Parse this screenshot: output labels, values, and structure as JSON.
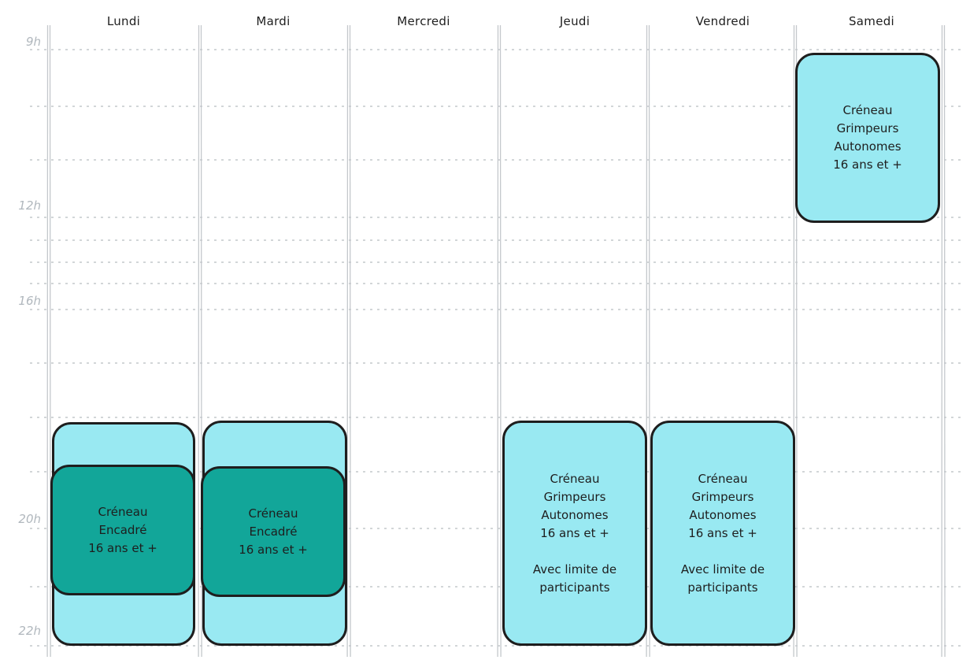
{
  "calendar": {
    "days": [
      "Lundi",
      "Mardi",
      "Mercredi",
      "Jeudi",
      "Vendredi",
      "Samedi"
    ],
    "hour_labels": [
      "9h",
      "12h",
      "16h",
      "20h",
      "22h"
    ]
  },
  "slots": {
    "samedi_autonomes": "Créneau\nGrimpeurs\nAutonomes\n16 ans et +",
    "lundi_encadre": "Créneau\nEncadré\n16 ans et +",
    "mardi_encadre": "Créneau\nEncadré\n16 ans et +",
    "jeudi_autonomes": "Créneau\nGrimpeurs\nAutonomes\n16 ans et +\n\nAvec limite de\nparticipants",
    "vendredi_autonomes": "Créneau\nGrimpeurs\nAutonomes\n16 ans et +\n\nAvec limite de\nparticipants"
  },
  "colors": {
    "slot_light": "#99e9f2",
    "slot_dark": "#12a699",
    "outline": "#1e1e1e",
    "grid": "#c4c8cc",
    "hour_label": "#b0b7bd"
  }
}
